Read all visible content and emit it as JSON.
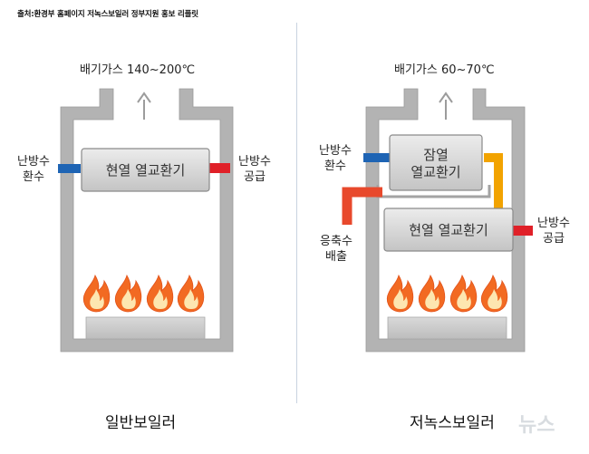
{
  "source_note": "출처:환경부 홈페이지 저녹스보일러 정부지원 홍보 리플릿",
  "left_boiler": {
    "exhaust_label": "배기가스 140~200℃",
    "return_label": "난방수\n환수",
    "supply_label": "난방수\n공급",
    "heat_exchanger_label": "현열 열교환기",
    "caption": "일반보일러"
  },
  "right_boiler": {
    "exhaust_label": "배기가스 60~70℃",
    "return_label": "난방수\n환수",
    "latent_exchanger_label": "잠열\n열교환기",
    "sensible_exchanger_label": "현열 열교환기",
    "condensate_label": "응축수\n배출",
    "supply_label": "난방수\n공급",
    "caption": "저녹스보일러"
  },
  "watermark": "뉴스",
  "colors": {
    "wall": "#b3b3b3",
    "return_pipe": "#1e64b4",
    "supply_pipe": "#e02028",
    "condensate_pipe": "#e8492c",
    "connector_pipe": "#f2a300",
    "flame_outer": "#f26a22",
    "flame_inner": "#fde6b0"
  }
}
